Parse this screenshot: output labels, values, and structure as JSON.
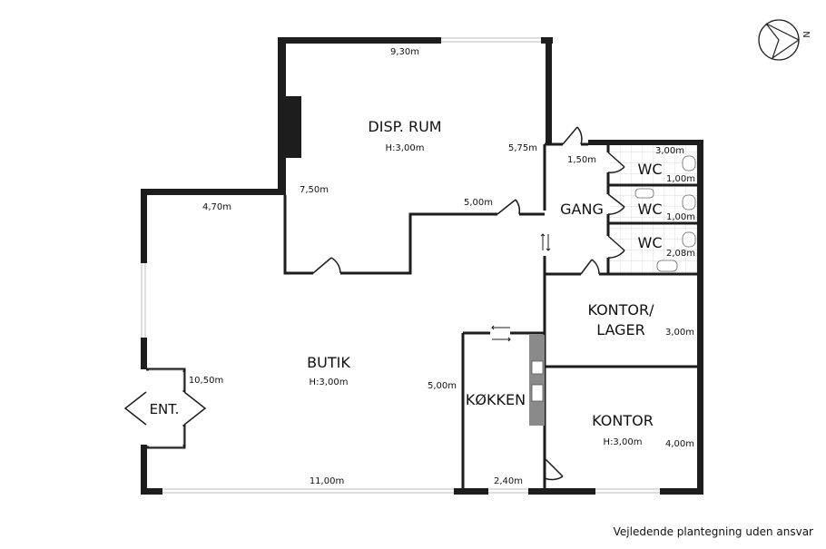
{
  "rooms": {
    "disp_rum": {
      "name": "DISP. RUM",
      "height": "H:3,00m"
    },
    "butik": {
      "name": "BUTIK",
      "height": "H:3,00m"
    },
    "gang": {
      "name": "GANG"
    },
    "wc1": {
      "name": "WC"
    },
    "wc2": {
      "name": "WC"
    },
    "wc3": {
      "name": "WC"
    },
    "kontor_lager": {
      "line1": "KONTOR/",
      "line2": "LAGER"
    },
    "kontor": {
      "name": "KONTOR",
      "height": "H:3,00m"
    },
    "kokken": {
      "name": "KØKKEN"
    },
    "ent": {
      "name": "ENT."
    }
  },
  "dimensions": {
    "disp_top": "9,30m",
    "disp_side": "7,50m",
    "disp_right": "5,75m",
    "disp_bottom": "5,00m",
    "butik_top": "4,70m",
    "butik_side": "10,50m",
    "butik_bottom": "11,00m",
    "kokken_side": "5,00m",
    "kokken_bottom": "2,40m",
    "gang": "1,50m",
    "wc1_top": "3,00m",
    "wc1": "1,00m",
    "wc2": "1,00m",
    "wc3": "2,08m",
    "kontor_lager": "3,00m",
    "kontor": "4,00m"
  },
  "compass": {
    "label": "N"
  },
  "disclaimer": "Vejledende plantegning uden ansvar",
  "colors": {
    "wall": "#1d1d1d",
    "window": "#d8d8d8",
    "tile": "#cfcfcf"
  }
}
